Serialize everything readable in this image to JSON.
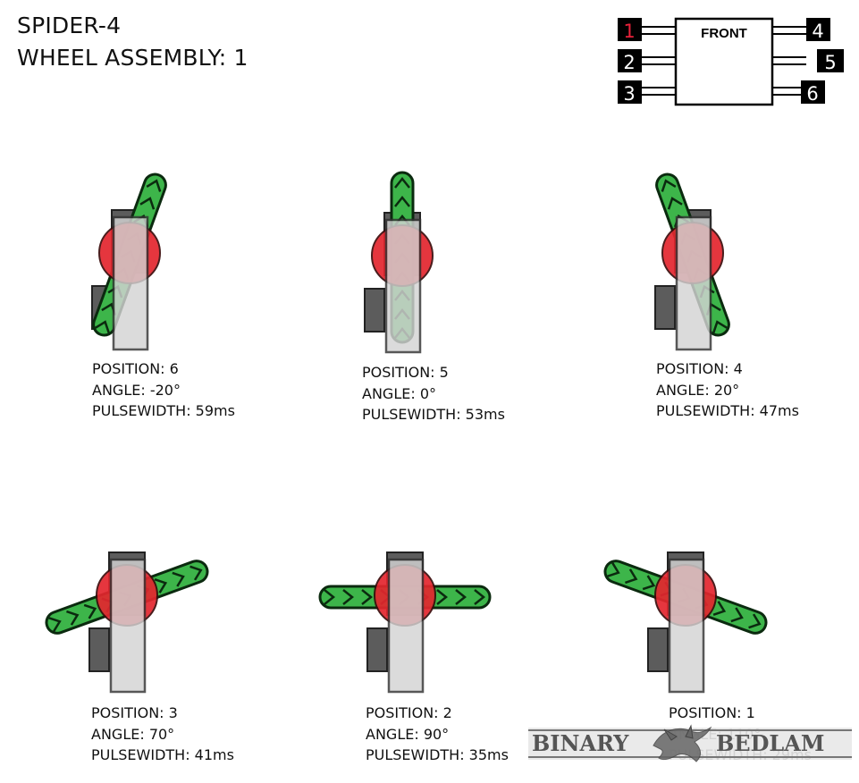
{
  "header": {
    "robot_name": "SPIDER-4",
    "assembly_label": "WHEEL ASSEMBLY: 1"
  },
  "front_diagram": {
    "label": "FRONT",
    "legs": [
      "1",
      "2",
      "3",
      "4",
      "5",
      "6"
    ],
    "highlighted_leg": "1",
    "highlight_color": "#e8213a"
  },
  "positions": [
    {
      "position_label": "POSITION: 6",
      "angle_label": "ANGLE: -20°",
      "pulse_label": "PULSEWIDTH: 59ms",
      "angle_deg": -20
    },
    {
      "position_label": "POSITION: 5",
      "angle_label": "ANGLE: 0°",
      "pulse_label": "PULSEWIDTH: 53ms",
      "angle_deg": 0
    },
    {
      "position_label": "POSITION: 4",
      "angle_label": "ANGLE: 20°",
      "pulse_label": "PULSEWIDTH: 47ms",
      "angle_deg": 20
    },
    {
      "position_label": "POSITION: 3",
      "angle_label": "ANGLE: 70°",
      "pulse_label": "PULSEWIDTH: 41ms",
      "angle_deg": 70
    },
    {
      "position_label": "POSITION: 2",
      "angle_label": "ANGLE: 90°",
      "pulse_label": "PULSEWIDTH: 35ms",
      "angle_deg": 90
    },
    {
      "position_label": "POSITION: 1",
      "angle_label": "ANGLE: 110°",
      "pulse_label": "PULSEWIDTH: 29ms",
      "angle_deg": 110
    }
  ],
  "colors": {
    "tire": "#3db54a",
    "tire_outline": "#0b2a0f",
    "hub": "#e3262e",
    "servo_body": "#d4d4d4",
    "servo_mount": "#5c5c5c"
  },
  "watermark": {
    "left_word": "BINARY",
    "right_word": "BEDLAM"
  }
}
